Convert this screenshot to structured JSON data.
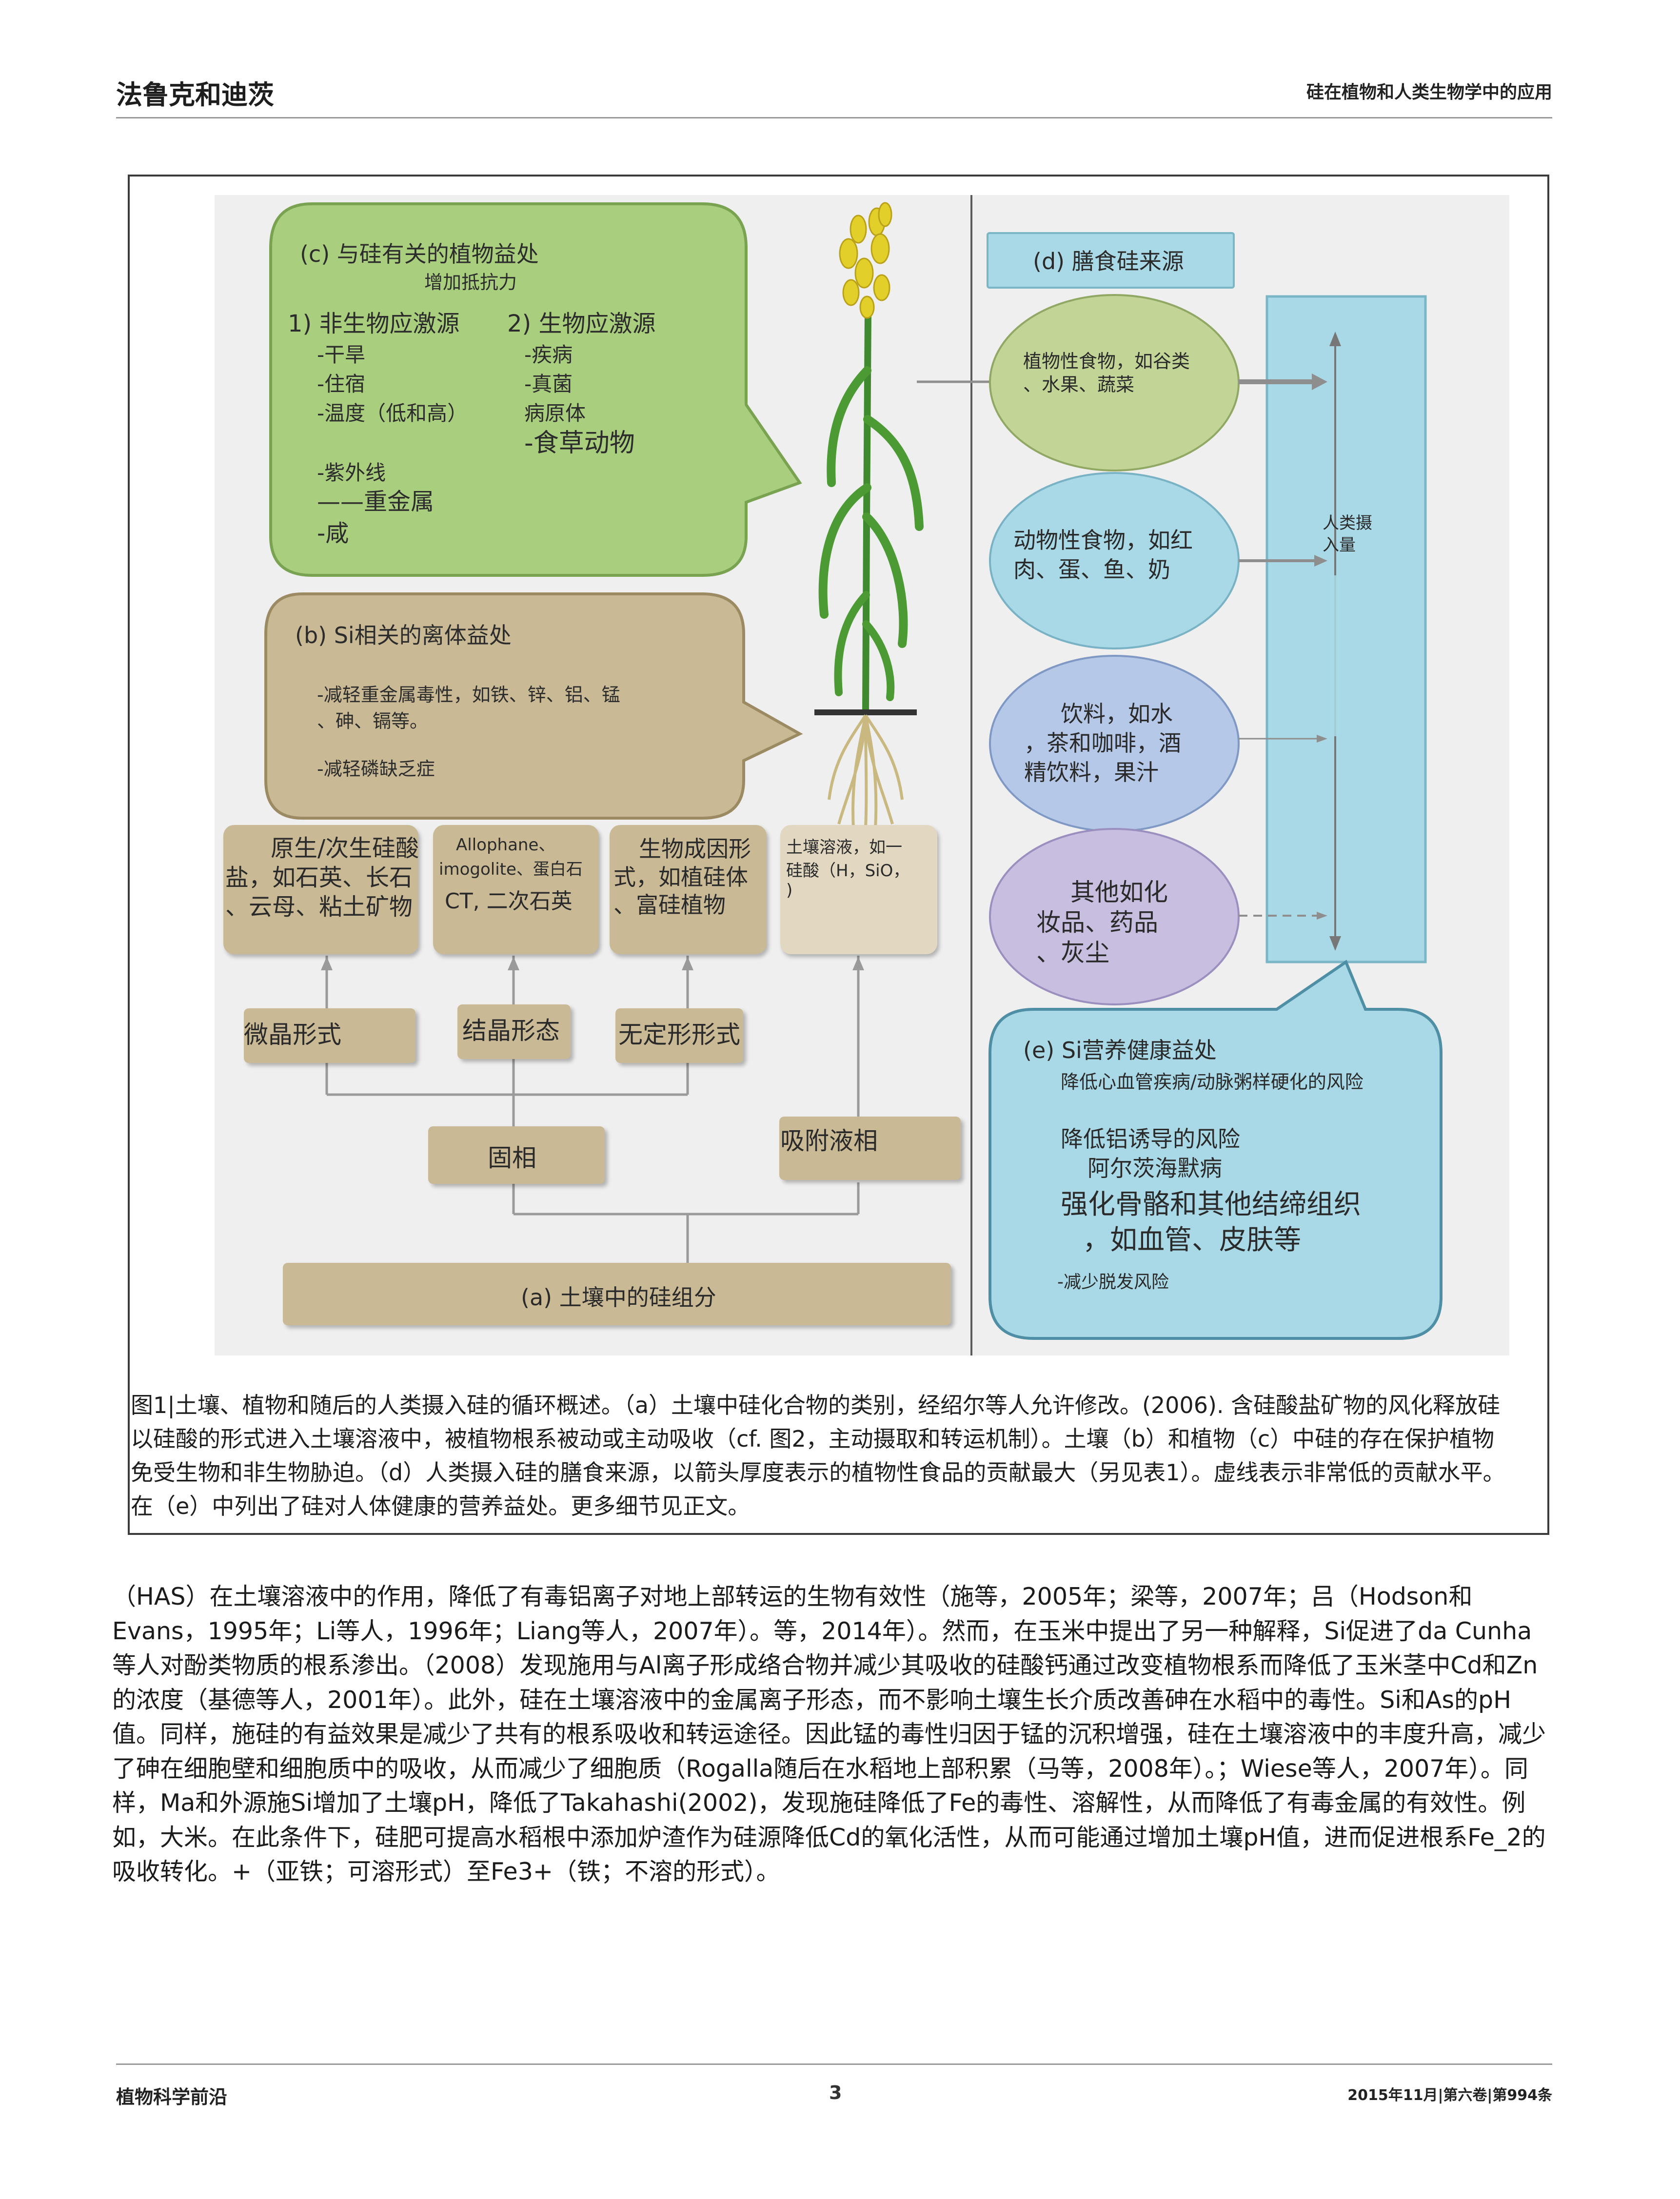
{
  "header": {
    "left": "法鲁克和迪茨",
    "right": "硅在植物和人类生物学中的应用"
  },
  "figure": {
    "c": {
      "title": "(c) 与硅有关的植物益处",
      "subtitle": "增加抵抗力",
      "abiotic_title": "1) 非生物应激源",
      "abiotic": [
        "-干旱",
        "-住宿",
        "-温度（低和高）",
        "-紫外线",
        "——重金属",
        "-咸"
      ],
      "biotic_title": "2) 生物应激源",
      "biotic": [
        "-疾病",
        "-真菌",
        "病原体",
        "-食草动物"
      ]
    },
    "b": {
      "title": "(b) Si相关的离体益处",
      "line1": "-减轻重金属毒性，如铁、锌、铝、锰",
      "line2": "、砷、镉等。",
      "line3": "-减轻磷缺乏症"
    },
    "soil_boxes": {
      "primary": [
        "原生/次生硅酸",
        "盐，如石英、长石",
        "、云母、粘土矿物"
      ],
      "allophane": [
        "Allophane、",
        "imogolite、蛋白石",
        "CT, 二次石英"
      ],
      "biogenic": [
        "生物成因形",
        "式，如植硅体",
        "、富硅植物"
      ],
      "solution": [
        "土壤溶液，如一",
        "硅酸（H，SiO，",
        ")"
      ]
    },
    "forms": {
      "micro": "微晶形式",
      "crystal": "结晶形态",
      "amorphous": "无定形形式",
      "solid": "固相",
      "adsorbed": "吸附液相"
    },
    "a": {
      "title": "(a) 土壤中的硅组分"
    },
    "d": {
      "title": "(d) 膳食硅来源",
      "plant_food": [
        "植物性食物，如谷类",
        "、水果、蔬菜"
      ],
      "animal_food": [
        "动物性食物，如红",
        "肉、蛋、鱼、奶"
      ],
      "drinks": [
        "饮料，如水",
        "，茶和咖啡，酒",
        "精饮料，果汁"
      ],
      "others": [
        "其他如化",
        "妆品、药品",
        "、灰尘"
      ],
      "intake": [
        "人类摄",
        "入量"
      ]
    },
    "e": {
      "title": "(e) Si营养健康益处",
      "l1": "降低心血管疾病/动脉粥样硬化的风险",
      "l2": "降低铝诱导的风险",
      "l3": "阿尔茨海默病",
      "l4": "强化骨骼和其他结缔组织",
      "l5": "，如血管、皮肤等",
      "l6": "-减少脱发风险"
    },
    "colors": {
      "green": "#a8ce7e",
      "tan": "#c9b995",
      "blue": "#a9d9e6",
      "olive": "#c2d496",
      "lavender": "#c8bfe0"
    },
    "caption": "图1|土壤、植物和随后的人类摄入硅的循环概述。（a）土壤中硅化合物的类别，经绍尔等人允许修改。(2006). 含硅酸盐矿物的风化释放硅以硅酸的形式进入土壤溶液中，被植物根系被动或主动吸收（cf. 图2，主动摄取和转运机制）。土壤（b）和植物（c）中硅的存在保护植物免受生物和非生物胁迫。（d）人类摄入硅的膳食来源，以箭头厚度表示的植物性食品的贡献最大（另见表1）。虚线表示非常低的贡献水平。在（e）中列出了硅对人体健康的营养益处。更多细节见正文。"
  },
  "body": "（HAS）在土壤溶液中的作用，降低了有毒铝离子对地上部转运的生物有效性（施等，2005年；梁等，2007年；吕（Hodson和Evans，1995年；Li等人，1996年；Liang等人，2007年）。等，2014年）。然而，在玉米中提出了另一种解释，Si促进了da Cunha等人对酚类物质的根系渗出。（2008）发现施用与Al离子形成络合物并减少其吸收的硅酸钙通过改变植物根系而降低了玉米茎中Cd和Zn的浓度（基德等人，2001年）。此外，硅在土壤溶液中的金属离子形态，而不影响土壤生长介质改善砷在水稻中的毒性。Si和As的pH值。同样，施硅的有益效果是减少了共有的根系吸收和转运途径。因此锰的毒性归因于锰的沉积增强，硅在土壤溶液中的丰度升高，减少了砷在细胞壁和细胞质中的吸收，从而减少了细胞质（Rogalla随后在水稻地上部积累（马等，2008年）。；Wiese等人，2007年）。同样，Ma和外源施Si增加了土壤pH，降低了Takahashi(2002)，发现施硅降低了Fe的毒性、溶解性，从而降低了有毒金属的有效性。例如，大米。在此条件下，硅肥可提高水稻根中添加炉渣作为硅源降低Cd的氧化活性，从而可能通过增加土壤pH值，进而促进根系Fe_2的吸收转化。+（亚铁；可溶形式）至Fe3+（铁；不溶的形式）。",
  "footer": {
    "left": "植物科学前沿",
    "page": "3",
    "right": "2015年11月|第六卷|第994条"
  }
}
